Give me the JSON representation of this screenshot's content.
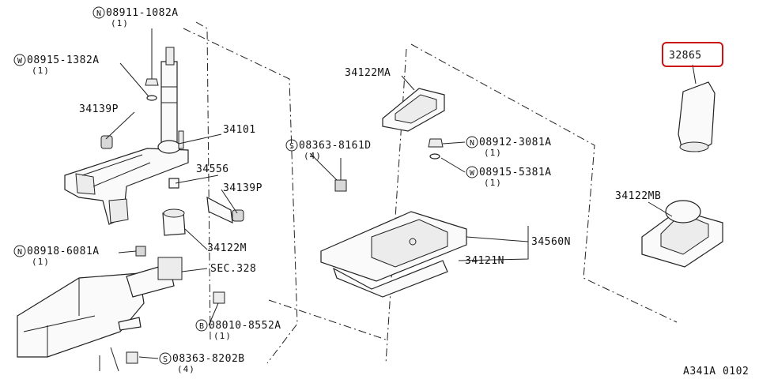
{
  "diagram": {
    "code": "A341A 0102",
    "highlight_color": "#cc1111",
    "highlighted_part": "32865",
    "callouts": [
      {
        "id": "n-08911",
        "prefix": "N",
        "number": "08911-1082A",
        "qty": "(1)"
      },
      {
        "id": "w-08915a",
        "prefix": "W",
        "number": "08915-1382A",
        "qty": "(1)"
      },
      {
        "id": "p-34139a",
        "prefix": "",
        "number": "34139P",
        "qty": ""
      },
      {
        "id": "p-34101",
        "prefix": "",
        "number": "34101",
        "qty": ""
      },
      {
        "id": "p-34556",
        "prefix": "",
        "number": "34556",
        "qty": ""
      },
      {
        "id": "p-34139b",
        "prefix": "",
        "number": "34139P",
        "qty": ""
      },
      {
        "id": "p-34122m",
        "prefix": "",
        "number": "34122M",
        "qty": ""
      },
      {
        "id": "n-08918",
        "prefix": "N",
        "number": "08918-6081A",
        "qty": "(1)"
      },
      {
        "id": "sec-328",
        "prefix": "",
        "number": "SEC.328",
        "qty": ""
      },
      {
        "id": "b-08010",
        "prefix": "B",
        "number": "08010-8552A",
        "qty": "(1)"
      },
      {
        "id": "s-08363b",
        "prefix": "S",
        "number": "08363-8202B",
        "qty": "(4)"
      },
      {
        "id": "p-34122ma",
        "prefix": "",
        "number": "34122MA",
        "qty": ""
      },
      {
        "id": "s-08363d",
        "prefix": "S",
        "number": "08363-8161D",
        "qty": "(4)"
      },
      {
        "id": "n-08912",
        "prefix": "N",
        "number": "08912-3081A",
        "qty": "(1)"
      },
      {
        "id": "w-08915b",
        "prefix": "W",
        "number": "08915-5381A",
        "qty": "(1)"
      },
      {
        "id": "p-34560n",
        "prefix": "",
        "number": "34560N",
        "qty": ""
      },
      {
        "id": "p-34121n",
        "prefix": "",
        "number": "34121N",
        "qty": ""
      },
      {
        "id": "p-34122mb",
        "prefix": "",
        "number": "34122MB",
        "qty": ""
      },
      {
        "id": "p-32865",
        "prefix": "",
        "number": "32865",
        "qty": ""
      }
    ]
  }
}
